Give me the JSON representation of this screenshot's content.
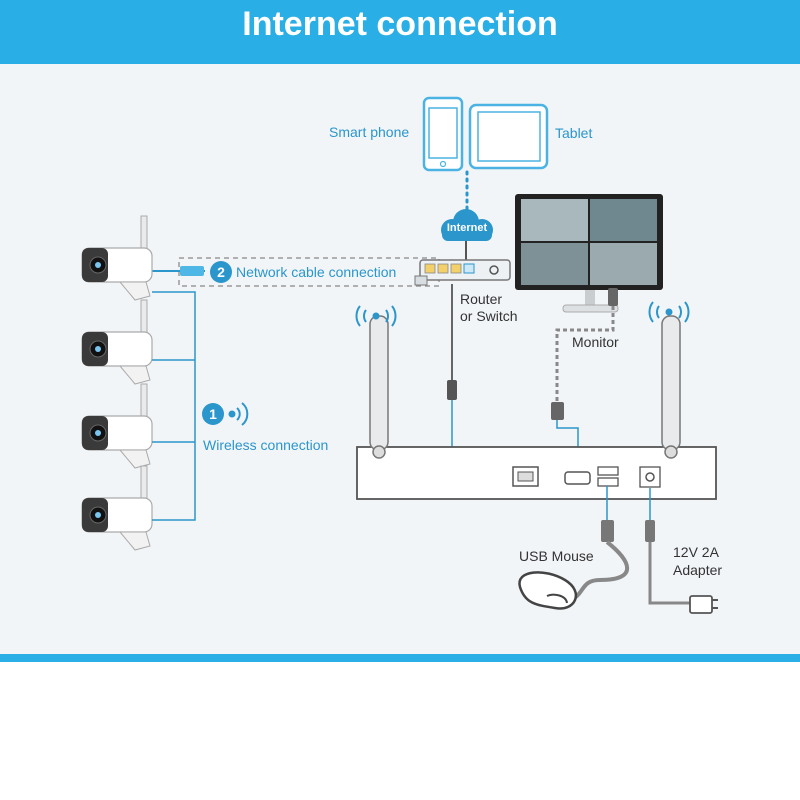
{
  "header": {
    "title": "Internet connection"
  },
  "devices": {
    "smartphone_label": "Smart phone",
    "tablet_label": "Tablet",
    "internet_label": "Internet",
    "router_label_line1": "Router",
    "router_label_line2": "or Switch",
    "monitor_label": "Monitor",
    "mouse_label": "USB Mouse",
    "adapter_label_line1": "12V 2A",
    "adapter_label_line2": "Adapter"
  },
  "connections": {
    "network": {
      "number": "2",
      "label": "Network cable connection"
    },
    "wireless": {
      "number": "1",
      "label": "Wireless connection"
    }
  },
  "colors": {
    "accent": "#29aee6",
    "line_blue": "#2a96cc",
    "panel_bg": "#f2f5f8"
  }
}
